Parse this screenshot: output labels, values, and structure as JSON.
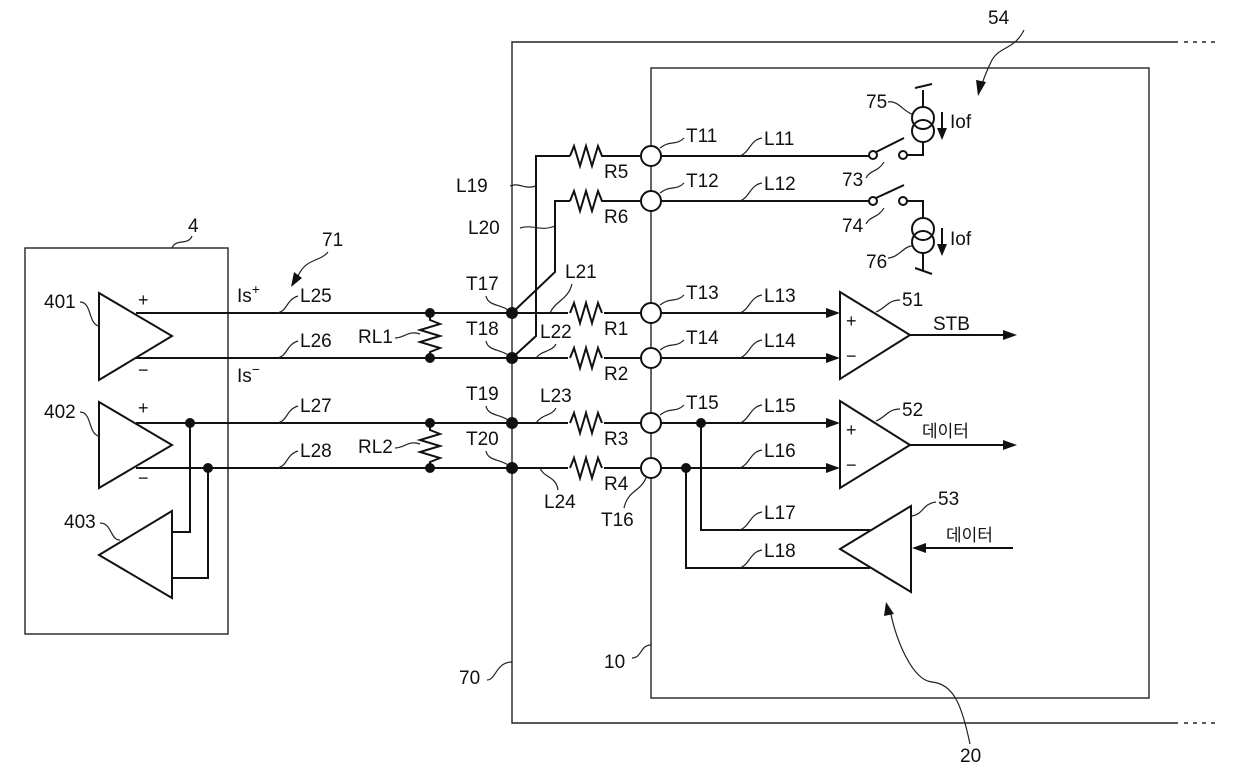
{
  "diagram": {
    "blocks": {
      "driver_block": "4",
      "cable": "70",
      "substrate": "10",
      "transmission_line": "71",
      "offset_circuit": "54",
      "receiver_circuit": "20"
    },
    "amplifiers": {
      "a401": "401",
      "a402": "402",
      "a403": "403",
      "a51": "51",
      "a52": "52",
      "a53": "53"
    },
    "signals": {
      "is_plus_base": "Is",
      "is_plus_sup": "+",
      "is_minus_base": "Is",
      "is_minus_sup": "−",
      "stb": "STB",
      "data_out": "데이터",
      "data_in": "데이터",
      "iof_top": "Iof",
      "iof_bottom": "Iof"
    },
    "signs": {
      "plus": "+",
      "minus": "−"
    },
    "lines": [
      "L11",
      "L12",
      "L13",
      "L14",
      "L15",
      "L16",
      "L17",
      "L18",
      "L19",
      "L20",
      "L21",
      "L22",
      "L23",
      "L24",
      "L25",
      "L26",
      "L27",
      "L28"
    ],
    "terminals": [
      "T11",
      "T12",
      "T13",
      "T14",
      "T15",
      "T16",
      "T17",
      "T18",
      "T19",
      "T20"
    ],
    "resistors": [
      "R1",
      "R2",
      "R3",
      "R4",
      "R5",
      "R6"
    ],
    "load_resistors": [
      "RL1",
      "RL2"
    ],
    "switches": [
      "73",
      "74"
    ],
    "current_sources": [
      "75",
      "76"
    ]
  }
}
